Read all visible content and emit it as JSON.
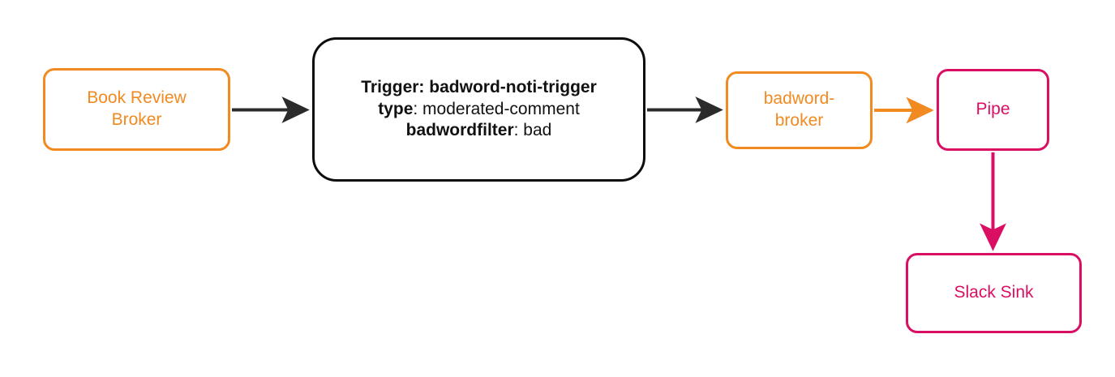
{
  "diagram": {
    "type": "flowchart",
    "direction": "left-to-right",
    "background": "#ffffff",
    "colors": {
      "broker_orange": "#F18A21",
      "trigger_black": "#0d0d0d",
      "pipe_crimson": "#DA0F63",
      "edge_dark": "#2b2b2b"
    },
    "nodes": [
      {
        "id": "book-review-broker",
        "label": "Book Review\nBroker",
        "shape": "rounded-rectangle",
        "color": "#F18A21",
        "style": "broker"
      },
      {
        "id": "badword-noti-trigger",
        "shape": "rounded-rectangle",
        "color": "#0d0d0d",
        "style": "trigger",
        "lines": [
          {
            "key": "Trigger:",
            "value": " badword-noti-trigger",
            "all_bold": true
          },
          {
            "key": "type",
            "value": ": moderated-comment",
            "all_bold": false
          },
          {
            "key": "badwordfilter",
            "value": ": bad",
            "all_bold": false
          }
        ]
      },
      {
        "id": "badword-broker",
        "label": "badword-\nbroker",
        "shape": "rounded-rectangle",
        "color": "#F18A21",
        "style": "broker"
      },
      {
        "id": "pipe",
        "label": "Pipe",
        "shape": "rounded-rectangle",
        "color": "#DA0F63",
        "style": "pipe"
      },
      {
        "id": "slack-sink",
        "label": "Slack Sink",
        "shape": "rounded-rectangle",
        "color": "#DA0F63",
        "style": "pipe"
      }
    ],
    "edges": [
      {
        "id": "edge-book-review-broker-to-trigger",
        "from": "book-review-broker",
        "to": "badword-noti-trigger",
        "color": "#2b2b2b",
        "arrow": "filled-triangle",
        "orientation": "horizontal"
      },
      {
        "id": "edge-trigger-to-badword-broker",
        "from": "badword-noti-trigger",
        "to": "badword-broker",
        "color": "#2b2b2b",
        "arrow": "filled-triangle",
        "orientation": "horizontal"
      },
      {
        "id": "edge-badword-broker-to-pipe",
        "from": "badword-broker",
        "to": "pipe",
        "color": "#F18A21",
        "arrow": "filled-triangle",
        "orientation": "horizontal"
      },
      {
        "id": "edge-pipe-to-slack-sink",
        "from": "pipe",
        "to": "slack-sink",
        "color": "#DA0F63",
        "arrow": "filled-triangle",
        "orientation": "vertical"
      }
    ]
  }
}
